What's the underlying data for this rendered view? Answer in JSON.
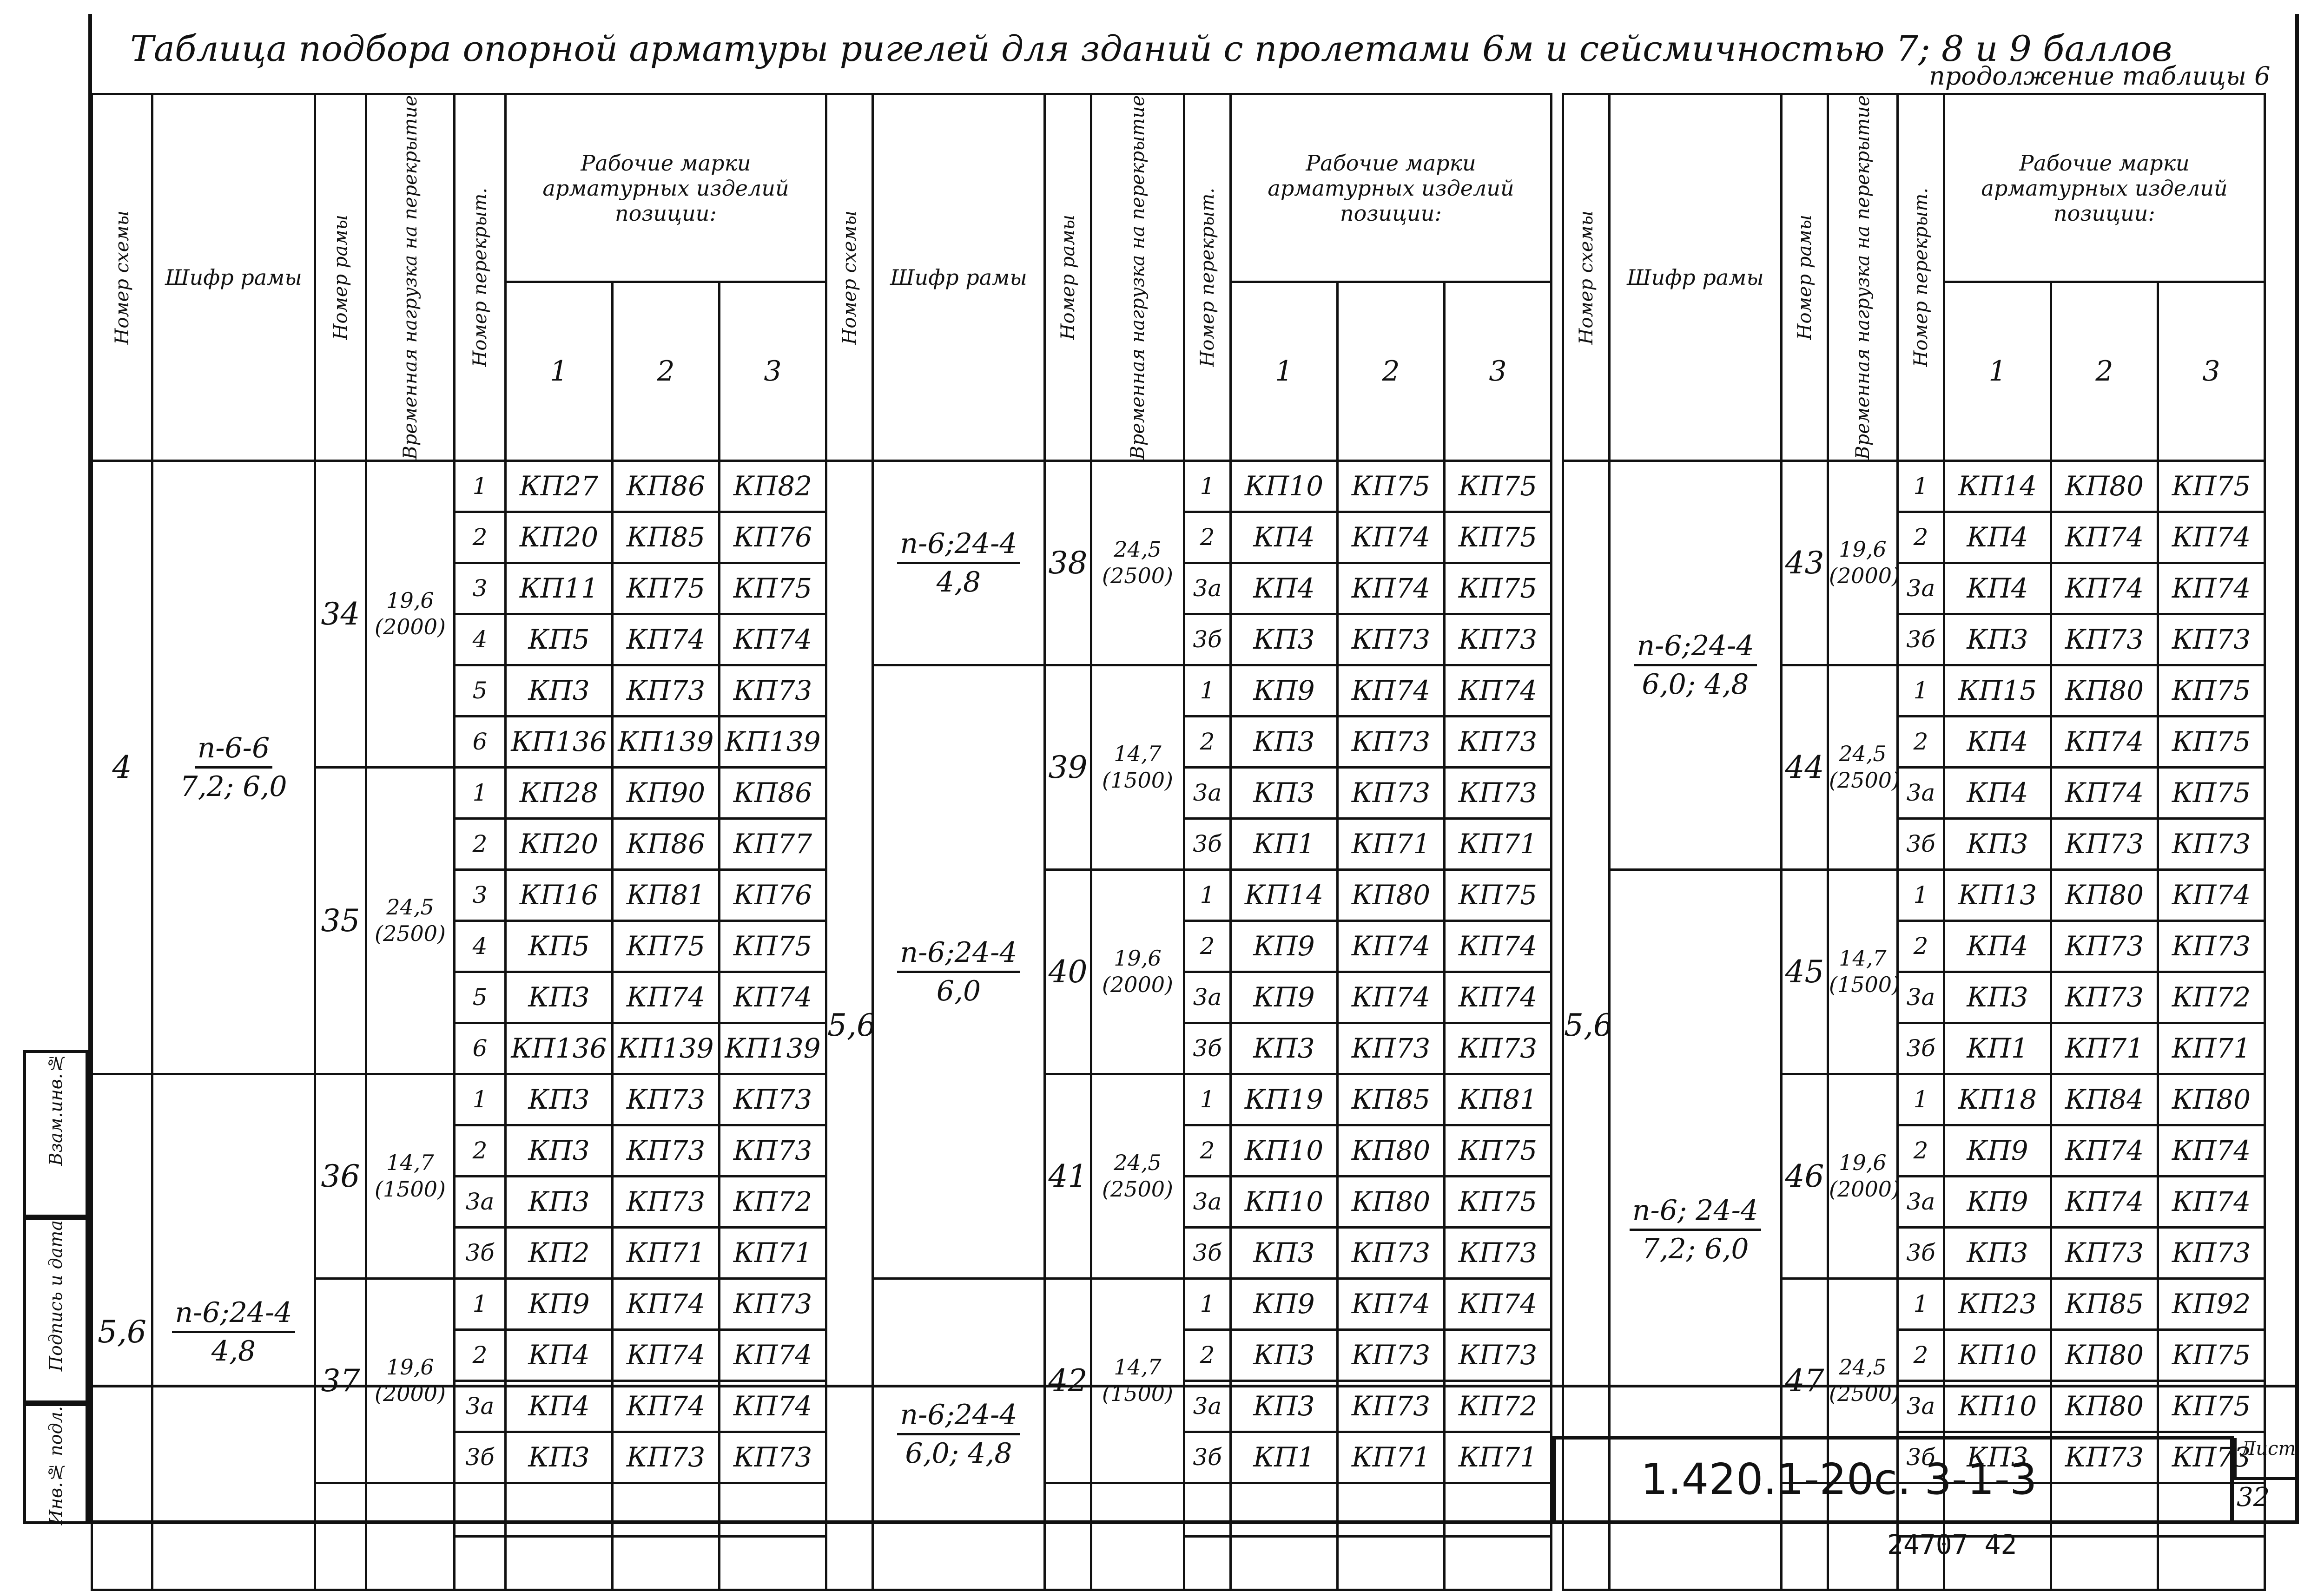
{
  "title": "Таблица подбора опорной арматуры ригелей для зданий с пролетами 6м и сейсмичностью 7; 8 и 9 баллов",
  "subtitle": "продолжение таблицы 6",
  "headers": {
    "scheme": "Номер схемы",
    "code": "Шифр рамы",
    "frame_no": "Номер рамы",
    "load": "Временная нагрузка на перекрытие",
    "floor": "Номер перекрыт.",
    "marks": "Рабочие марки арматурных изделий позиции:",
    "pos": [
      "1",
      "2",
      "3"
    ]
  },
  "blocks": [
    {
      "schemes": [
        {
          "label": "4",
          "rows": 12
        },
        {
          "label": "5,6",
          "rows": 8
        }
      ],
      "codes": [
        {
          "top": "п-6-6",
          "bottom": "7,2; 6,0",
          "rows": 12
        },
        {
          "top": "п-6;24-4",
          "bottom": "4,8",
          "rows": 8
        }
      ],
      "frames": [
        {
          "no": "34",
          "load": "19,6",
          "load2": "(2000)",
          "rows": [
            [
              "1",
              "КП27",
              "КП86",
              "КП82"
            ],
            [
              "2",
              "КП20",
              "КП85",
              "КП76"
            ],
            [
              "3",
              "КП11",
              "КП75",
              "КП75"
            ],
            [
              "4",
              "КП5",
              "КП74",
              "КП74"
            ],
            [
              "5",
              "КП3",
              "КП73",
              "КП73"
            ],
            [
              "6",
              "КП136",
              "КП139",
              "КП139"
            ]
          ]
        },
        {
          "no": "35",
          "load": "24,5",
          "load2": "(2500)",
          "rows": [
            [
              "1",
              "КП28",
              "КП90",
              "КП86"
            ],
            [
              "2",
              "КП20",
              "КП86",
              "КП77"
            ],
            [
              "3",
              "КП16",
              "КП81",
              "КП76"
            ],
            [
              "4",
              "КП5",
              "КП75",
              "КП75"
            ],
            [
              "5",
              "КП3",
              "КП74",
              "КП74"
            ],
            [
              "6",
              "КП136",
              "КП139",
              "КП139"
            ]
          ]
        },
        {
          "no": "36",
          "load": "14,7",
          "load2": "(1500)",
          "rows": [
            [
              "1",
              "КП3",
              "КП73",
              "КП73"
            ],
            [
              "2",
              "КП3",
              "КП73",
              "КП73"
            ],
            [
              "3а",
              "КП3",
              "КП73",
              "КП72"
            ],
            [
              "3б",
              "КП2",
              "КП71",
              "КП71"
            ]
          ]
        },
        {
          "no": "37",
          "load": "19,6",
          "load2": "(2000)",
          "rows": [
            [
              "1",
              "КП9",
              "КП74",
              "КП73"
            ],
            [
              "2",
              "КП4",
              "КП74",
              "КП74"
            ],
            [
              "3а",
              "КП4",
              "КП74",
              "КП74"
            ],
            [
              "3б",
              "КП3",
              "КП73",
              "КП73"
            ]
          ]
        }
      ]
    },
    {
      "schemes": [
        {
          "label": "5,6",
          "rows": 20
        }
      ],
      "codes": [
        {
          "top": "п-6;24-4",
          "bottom": "4,8",
          "rows": 4
        },
        {
          "top": "п-6;24-4",
          "bottom": "6,0",
          "rows": 12
        },
        {
          "top": "п-6;24-4",
          "bottom": "6,0; 4,8",
          "rows": 4
        }
      ],
      "frames": [
        {
          "no": "38",
          "load": "24,5",
          "load2": "(2500)",
          "rows": [
            [
              "1",
              "КП10",
              "КП75",
              "КП75"
            ],
            [
              "2",
              "КП4",
              "КП74",
              "КП75"
            ],
            [
              "3а",
              "КП4",
              "КП74",
              "КП75"
            ],
            [
              "3б",
              "КП3",
              "КП73",
              "КП73"
            ]
          ]
        },
        {
          "no": "39",
          "load": "14,7",
          "load2": "(1500)",
          "rows": [
            [
              "1",
              "КП9",
              "КП74",
              "КП74"
            ],
            [
              "2",
              "КП3",
              "КП73",
              "КП73"
            ],
            [
              "3а",
              "КП3",
              "КП73",
              "КП73"
            ],
            [
              "3б",
              "КП1",
              "КП71",
              "КП71"
            ]
          ]
        },
        {
          "no": "40",
          "load": "19,6",
          "load2": "(2000)",
          "rows": [
            [
              "1",
              "КП14",
              "КП80",
              "КП75"
            ],
            [
              "2",
              "КП9",
              "КП74",
              "КП74"
            ],
            [
              "3а",
              "КП9",
              "КП74",
              "КП74"
            ],
            [
              "3б",
              "КП3",
              "КП73",
              "КП73"
            ]
          ]
        },
        {
          "no": "41",
          "load": "24,5",
          "load2": "(2500)",
          "rows": [
            [
              "1",
              "КП19",
              "КП85",
              "КП81"
            ],
            [
              "2",
              "КП10",
              "КП80",
              "КП75"
            ],
            [
              "3а",
              "КП10",
              "КП80",
              "КП75"
            ],
            [
              "3б",
              "КП3",
              "КП73",
              "КП73"
            ]
          ]
        },
        {
          "no": "42",
          "load": "14,7",
          "load2": "(1500)",
          "rows": [
            [
              "1",
              "КП9",
              "КП74",
              "КП74"
            ],
            [
              "2",
              "КП3",
              "КП73",
              "КП73"
            ],
            [
              "3а",
              "КП3",
              "КП73",
              "КП72"
            ],
            [
              "3б",
              "КП1",
              "КП71",
              "КП71"
            ]
          ]
        }
      ]
    },
    {
      "schemes": [
        {
          "label": "5,6",
          "rows": 20
        }
      ],
      "codes": [
        {
          "top": "п-6;24-4",
          "bottom": "6,0; 4,8",
          "rows": 8
        },
        {
          "top": "п-6; 24-4",
          "bottom": "7,2; 6,0",
          "rows": 12
        }
      ],
      "frames": [
        {
          "no": "43",
          "load": "19,6",
          "load2": "(2000)",
          "rows": [
            [
              "1",
              "КП14",
              "КП80",
              "КП75"
            ],
            [
              "2",
              "КП4",
              "КП74",
              "КП74"
            ],
            [
              "3а",
              "КП4",
              "КП74",
              "КП74"
            ],
            [
              "3б",
              "КП3",
              "КП73",
              "КП73"
            ]
          ]
        },
        {
          "no": "44",
          "load": "24,5",
          "load2": "(2500)",
          "rows": [
            [
              "1",
              "КП15",
              "КП80",
              "КП75"
            ],
            [
              "2",
              "КП4",
              "КП74",
              "КП75"
            ],
            [
              "3а",
              "КП4",
              "КП74",
              "КП75"
            ],
            [
              "3б",
              "КП3",
              "КП73",
              "КП73"
            ]
          ]
        },
        {
          "no": "45",
          "load": "14,7",
          "load2": "(1500)",
          "rows": [
            [
              "1",
              "КП13",
              "КП80",
              "КП74"
            ],
            [
              "2",
              "КП4",
              "КП73",
              "КП73"
            ],
            [
              "3а",
              "КП3",
              "КП73",
              "КП72"
            ],
            [
              "3б",
              "КП1",
              "КП71",
              "КП71"
            ]
          ]
        },
        {
          "no": "46",
          "load": "19,6",
          "load2": "(2000)",
          "rows": [
            [
              "1",
              "КП18",
              "КП84",
              "КП80"
            ],
            [
              "2",
              "КП9",
              "КП74",
              "КП74"
            ],
            [
              "3а",
              "КП9",
              "КП74",
              "КП74"
            ],
            [
              "3б",
              "КП3",
              "КП73",
              "КП73"
            ]
          ]
        },
        {
          "no": "47",
          "load": "24,5",
          "load2": "(2500)",
          "rows": [
            [
              "1",
              "КП23",
              "КП85",
              "КП92"
            ],
            [
              "2",
              "КП10",
              "КП80",
              "КП75"
            ],
            [
              "3а",
              "КП10",
              "КП80",
              "КП75"
            ],
            [
              "3б",
              "КП3",
              "КП73",
              "КП73"
            ]
          ]
        }
      ]
    }
  ],
  "side_labels": [
    "Инв.№ подл.",
    "Подпись и дата",
    "Взам.инв.№"
  ],
  "stamp": {
    "code": "1.420.1-20с. 3-1-3",
    "sheet_label": "Лист",
    "sheet_no": "32"
  },
  "bottom_number": "24707  42"
}
